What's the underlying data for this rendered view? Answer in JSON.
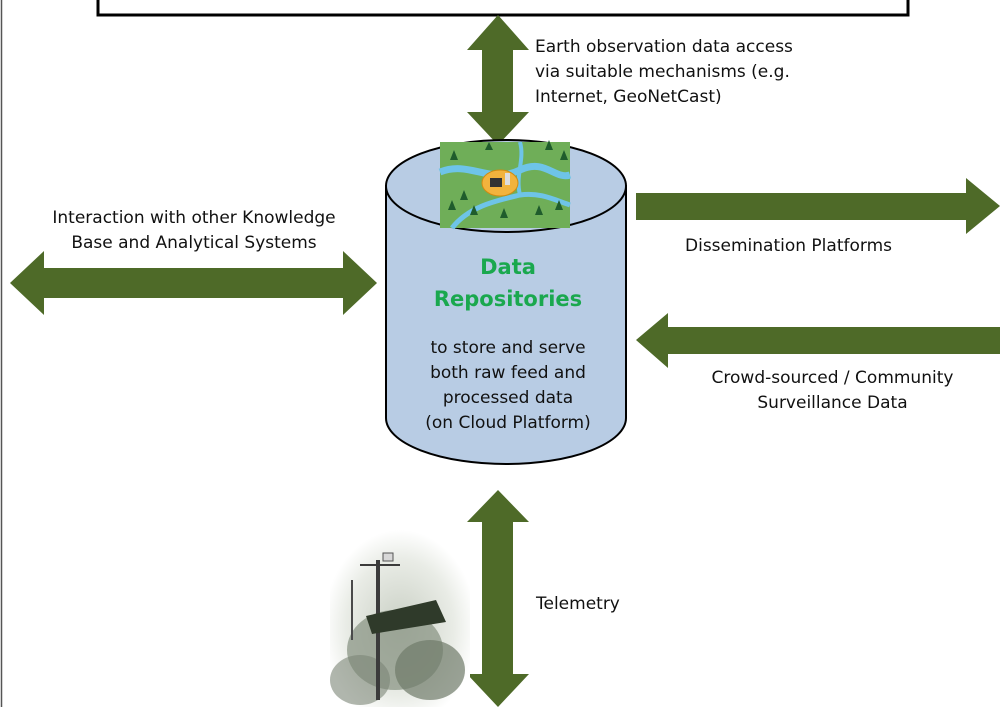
{
  "repository": {
    "title_line1": "Data",
    "title_line2": "Repositories",
    "desc": [
      "to store and serve",
      "both raw feed and",
      "processed data",
      "(on Cloud Platform)"
    ]
  },
  "labels": {
    "earth_obs": [
      "Earth observation data access",
      "via suitable mechanisms (e.g.",
      "Internet, GeoNetCast)"
    ],
    "interaction": [
      "Interaction with other Knowledge",
      "Base and Analytical Systems"
    ],
    "dissemination": "Dissemination Platforms",
    "crowd": [
      "Crowd-sourced / Community",
      "Surveillance Data"
    ],
    "telemetry": "Telemetry"
  },
  "colors": {
    "arrow": "#4e6a28",
    "cylinder_fill": "#b8cce4",
    "cylinder_stroke": "#000000",
    "title_green": "#1aa84e"
  }
}
